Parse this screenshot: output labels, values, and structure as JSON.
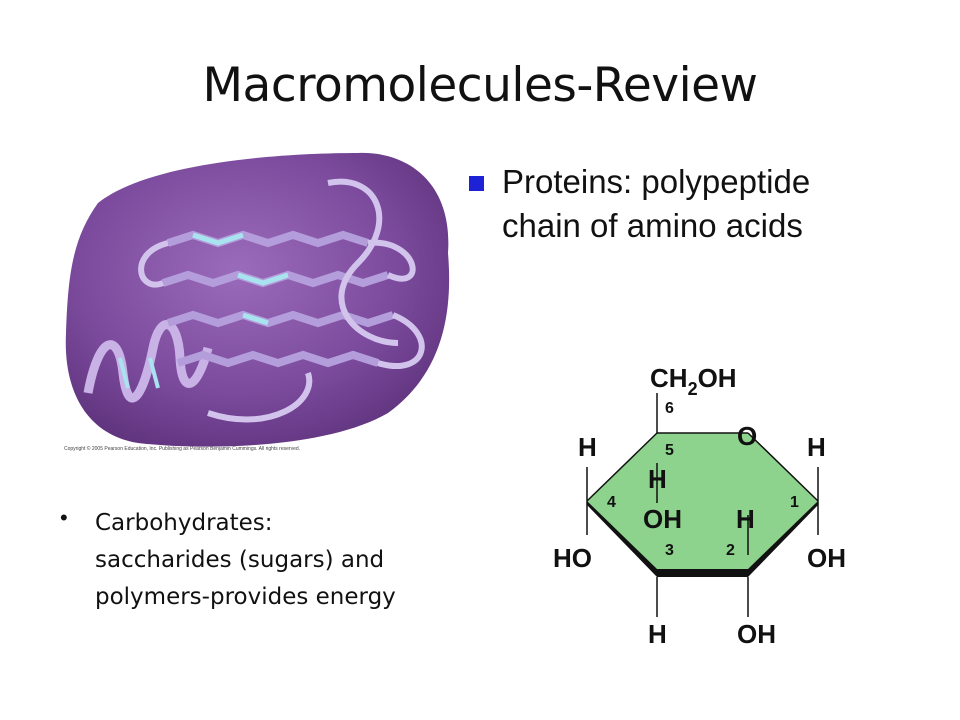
{
  "slide": {
    "title": "Macromolecules-Review",
    "protein_bullet": {
      "line1": "Proteins: polypeptide",
      "line2": "chain of amino acids"
    },
    "carb_bullet": {
      "marker": "•",
      "line1": "Carbohydrates:",
      "line2": "saccharides (sugars) and",
      "line3": "polymers-provides energy"
    },
    "protein_figure": {
      "copyright": "Copyright © 2005 Pearson Education, Inc. Publishing as Pearson Benjamin Cummings. All rights reserved."
    },
    "glucose": {
      "top_group": "CH",
      "sub2": "2",
      "oh_suffix": "OH",
      "c6": "6",
      "c5": "5",
      "c4": "4",
      "c3": "3",
      "c2": "2",
      "c1": "1",
      "ring_o": "O",
      "h_left_top": "H",
      "h_right_top": "H",
      "h_inner": "H",
      "oh_inner": "OH",
      "h_inner_right": "H",
      "ho_left": "HO",
      "oh_right": "OH",
      "h_bottom": "H",
      "oh_bottom": "OH"
    },
    "colors": {
      "ring_fill": "#8dd28d",
      "blob": "#7b4a9c",
      "bullet_square": "#1e22d6"
    }
  }
}
